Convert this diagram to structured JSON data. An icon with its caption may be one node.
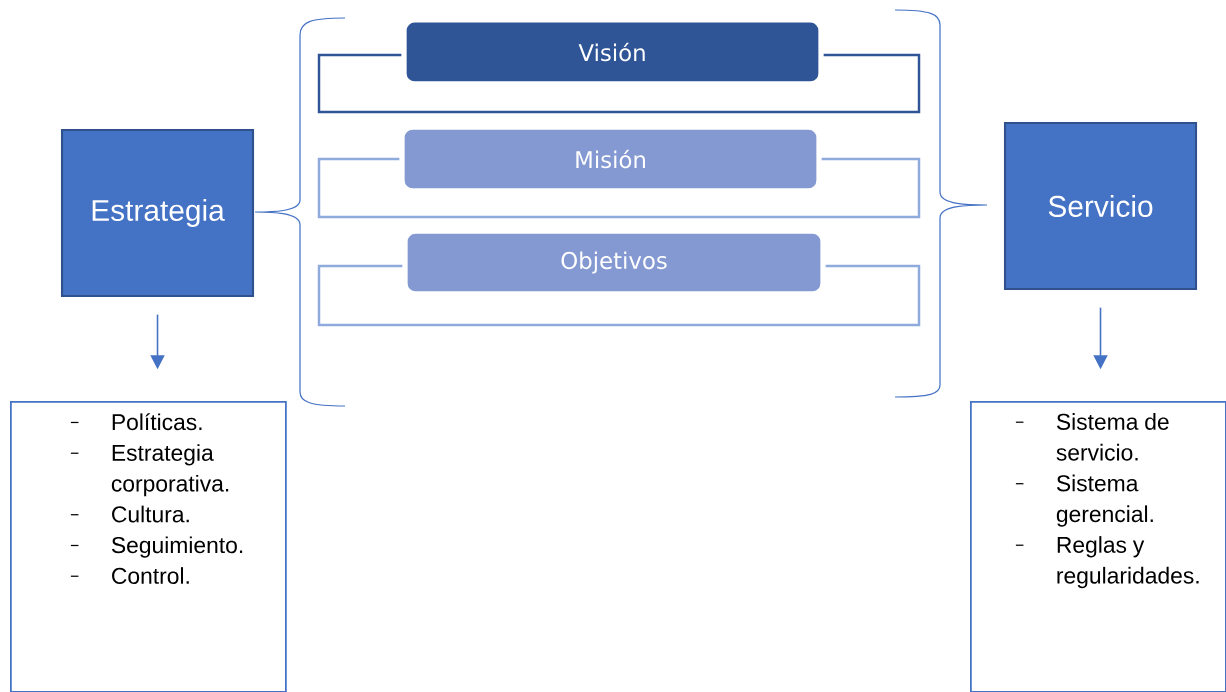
{
  "diagram": {
    "nodes": [
      {
        "text": [
          "Estrategia"
        ]
      },
      {
        "text": [
          "Visión"
        ]
      },
      {
        "text": [
          "Misión"
        ]
      },
      {
        "text": [
          "Objetivos"
        ]
      },
      {
        "text": [
          "Servicio"
        ]
      },
      {
        "text": [
          "Políticas.",
          "Estrategia corporativa.",
          "Cultura.",
          "Seguimiento.",
          "Control."
        ]
      },
      {
        "text": [
          "Sistema de servicio.",
          "Sistema gerencial.",
          "Reglas y regularidades."
        ]
      }
    ],
    "edges": [
      {
        "from": 0,
        "to": 5,
        "arrow": "to"
      },
      {
        "from": 4,
        "to": 6,
        "arrow": "to"
      }
    ]
  }
}
